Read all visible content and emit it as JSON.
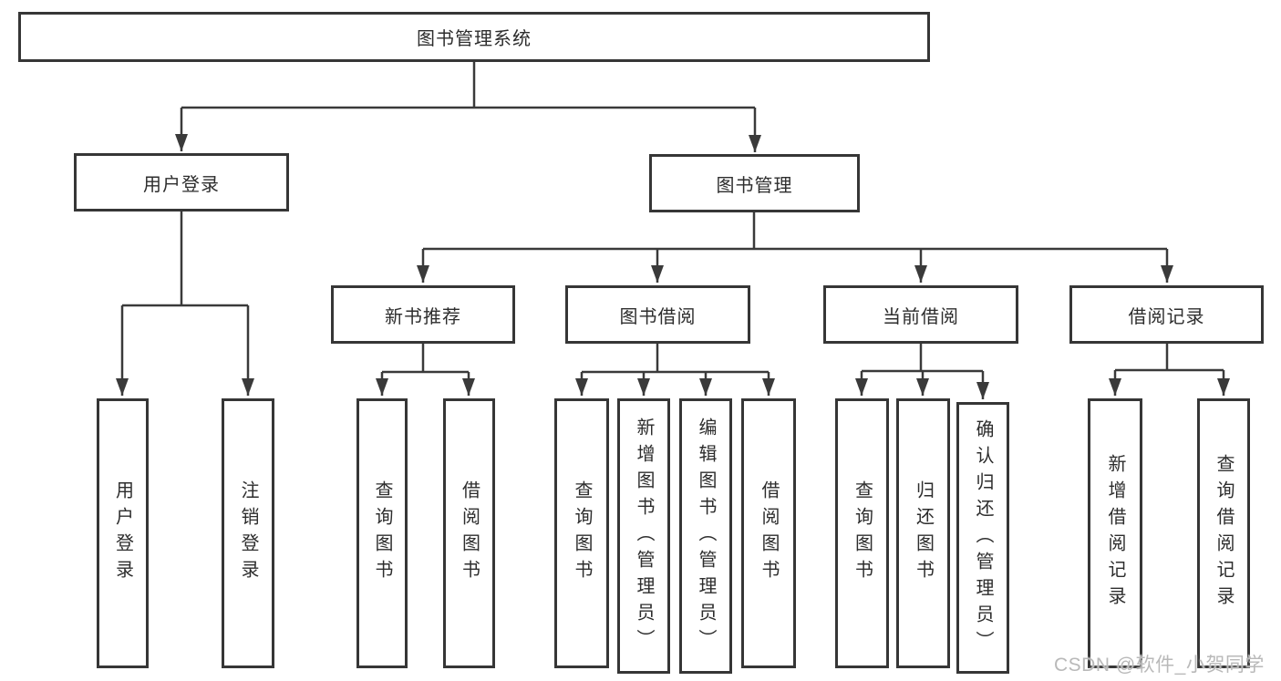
{
  "diagram": {
    "root": {
      "label": "图书管理系统"
    },
    "branches": [
      {
        "label": "用户登录",
        "children": [
          {
            "label": "用户登录"
          },
          {
            "label": "注销登录"
          }
        ]
      },
      {
        "label": "图书管理",
        "children": [
          {
            "label": "新书推荐",
            "children": [
              {
                "label": "查询图书"
              },
              {
                "label": "借阅图书"
              }
            ]
          },
          {
            "label": "图书借阅",
            "children": [
              {
                "label": "查询图书"
              },
              {
                "label": "新增图书（管理员）"
              },
              {
                "label": "编辑图书（管理员）"
              },
              {
                "label": "借阅图书"
              }
            ]
          },
          {
            "label": "当前借阅",
            "children": [
              {
                "label": "查询图书"
              },
              {
                "label": "归还图书"
              },
              {
                "label": "确认归还（管理员）"
              }
            ]
          },
          {
            "label": "借阅记录",
            "children": [
              {
                "label": "新增借阅记录"
              },
              {
                "label": "查询借阅记录"
              }
            ]
          }
        ]
      }
    ]
  },
  "watermark": {
    "text": "CSDN @软件_小贺同学"
  },
  "colors": {
    "line": "#3a3a3a",
    "box_border": "#363636",
    "text": "#2d2d2d",
    "watermark": "#b9b9b9",
    "background": "#ffffff"
  }
}
